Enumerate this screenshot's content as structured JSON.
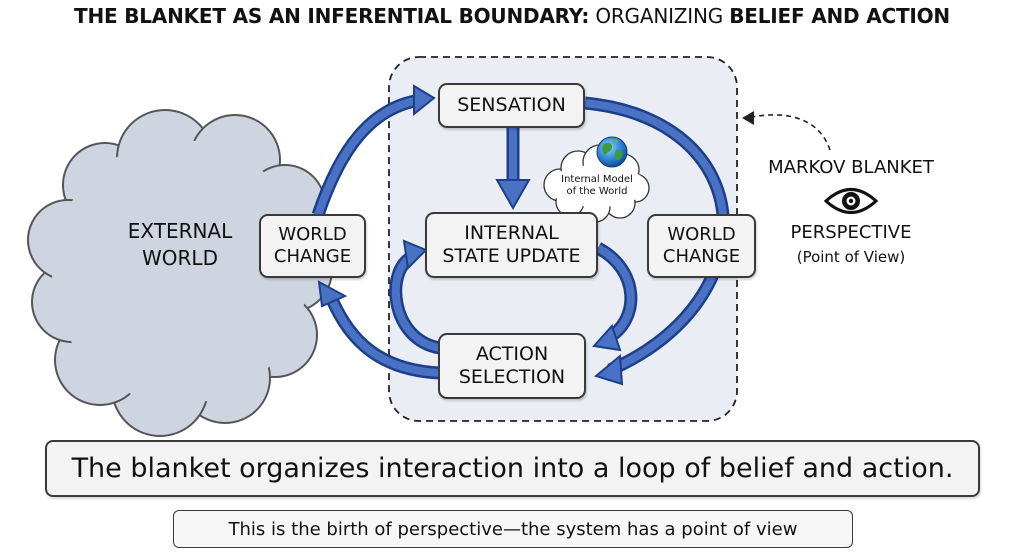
{
  "title": {
    "bold_part": "THE BLANKET AS AN INFERENTIAL BOUNDARY:",
    "regular_part": "ORGANIZING",
    "bold_end": "BELIEF AND ACTION"
  },
  "external_world": {
    "line1": "EXTERNAL",
    "line2": "WORLD"
  },
  "nodes": {
    "sensation": "SENSATION",
    "internal_state_update": {
      "line1": "INTERNAL",
      "line2": "STATE UPDATE"
    },
    "action_selection": {
      "line1": "ACTION",
      "line2": "SELECTION"
    },
    "world_change_left": {
      "line1": "WORLD",
      "line2": "CHANGE"
    },
    "world_change_right": {
      "line1": "WORLD",
      "line2": "CHANGE"
    }
  },
  "thought_bubble": {
    "line1": "Internal Model",
    "line2": "of the World",
    "icon": "globe-icon"
  },
  "markov_blanket": {
    "label": "MARKOV BLANKET",
    "icon": "eye-icon",
    "perspective": "PERSPECTIVE",
    "point_of_view": "(Point of View)"
  },
  "colors": {
    "arrow_fill": "#4a72c4",
    "arrow_stroke": "#1d3f8a",
    "blanket_fill": "#eaeef4",
    "cloud_fill": "#ced4e0",
    "box_fill": "#f3f3f3",
    "border": "#3a3a3a"
  },
  "banner": "The blanket organizes interaction into a loop of belief and action.",
  "subbanner": "This is the birth of perspective—the system has a point of view"
}
